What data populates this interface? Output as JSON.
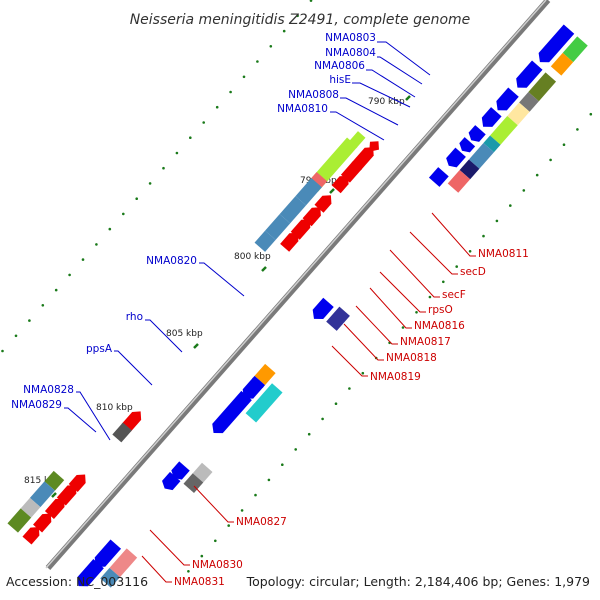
{
  "title": "Neisseria meningitidis Z2491, complete genome",
  "footer": {
    "accession": "Accession: NC_003116",
    "summary": "Topology: circular; Length: 2,184,406 bp; Genes: 1,979"
  },
  "ticks": [
    "790 kbp",
    "795 kbp",
    "800 kbp",
    "805 kbp",
    "810 kbp",
    "815 kbp"
  ],
  "labels_blue": [
    "NMA0803",
    "NMA0804",
    "NMA0806",
    "hisE",
    "NMA0808",
    "NMA0810",
    "NMA0820",
    "rho",
    "ppsA",
    "NMA0828",
    "NMA0829"
  ],
  "labels_red": [
    "NMA0811",
    "secD",
    "secF",
    "rpsO",
    "NMA0816",
    "NMA0817",
    "NMA0818",
    "NMA0819",
    "NMA0827",
    "NMA0830",
    "NMA0831"
  ],
  "colors": {
    "forward": "#0000ee",
    "reverse": "#ee0000",
    "backbone": "#7a7a7a",
    "tick": "#1a7a1a",
    "label_blue": "#0000cc",
    "label_red": "#cc0000"
  }
}
